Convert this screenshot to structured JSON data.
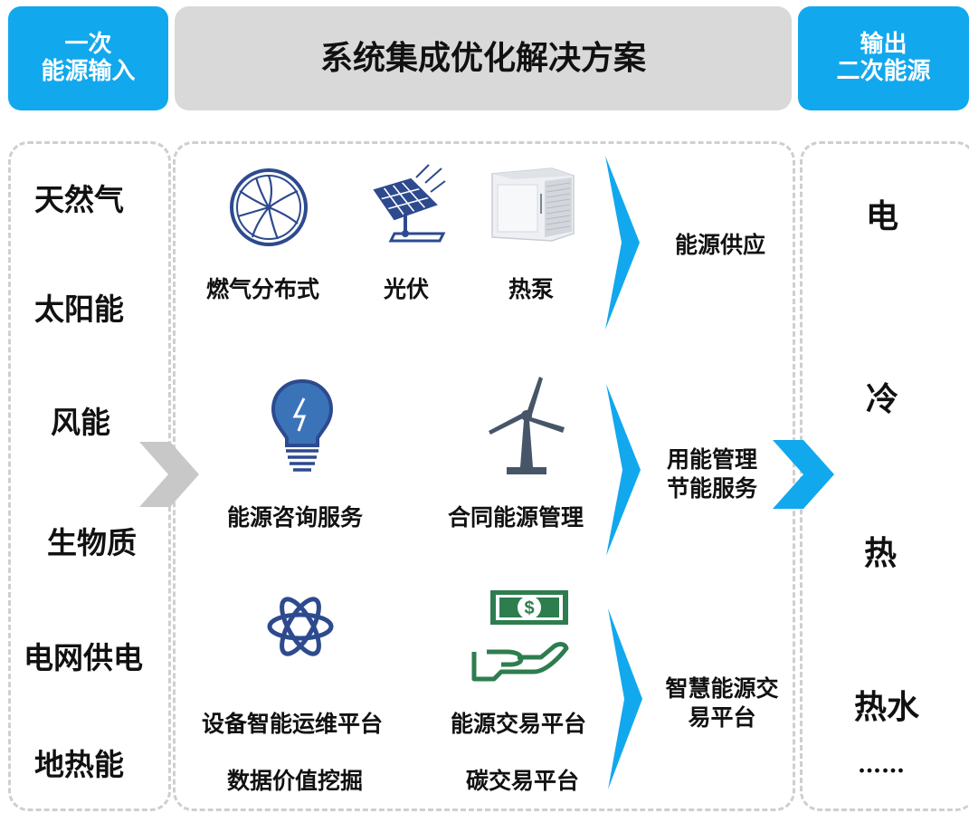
{
  "header": {
    "input_title_line1": "一次",
    "input_title_line2": "能源输入",
    "main_title": "系统集成优化解决方案",
    "output_title_line1": "输出",
    "output_title_line2": "二次能源"
  },
  "inputs": [
    "天然气",
    "太阳能",
    "风能",
    "生物质",
    "电网供电",
    "地热能"
  ],
  "rows": [
    {
      "items": [
        "燃气分布式",
        "光伏",
        "热泵"
      ],
      "category_line1": "能源供应",
      "category_line2": ""
    },
    {
      "items": [
        "能源咨询服务",
        "合同能源管理"
      ],
      "category_line1": "用能管理",
      "category_line2": "节能服务"
    },
    {
      "items": [
        "设备智能运维平台",
        "能源交易平台",
        "数据价值挖掘",
        "碳交易平台"
      ],
      "category_line1": "智慧能源交",
      "category_line2": "易平台"
    }
  ],
  "outputs": [
    "电",
    "冷",
    "热",
    "热水",
    "……"
  ],
  "icons": {
    "gas": "gas-turbine-icon",
    "solar": "solar-panel-icon",
    "heatpump": "heat-pump-icon",
    "bulb": "lightbulb-icon",
    "wind": "wind-turbine-icon",
    "atom": "atom-icon",
    "money": "money-hand-icon"
  },
  "colors": {
    "accent_blue": "#12a8ee",
    "header_gray": "#d9d9d9",
    "icon_navy": "#2d4a8f",
    "money_green": "#2e7d4f",
    "arrow_gray": "#c8c8c8"
  }
}
